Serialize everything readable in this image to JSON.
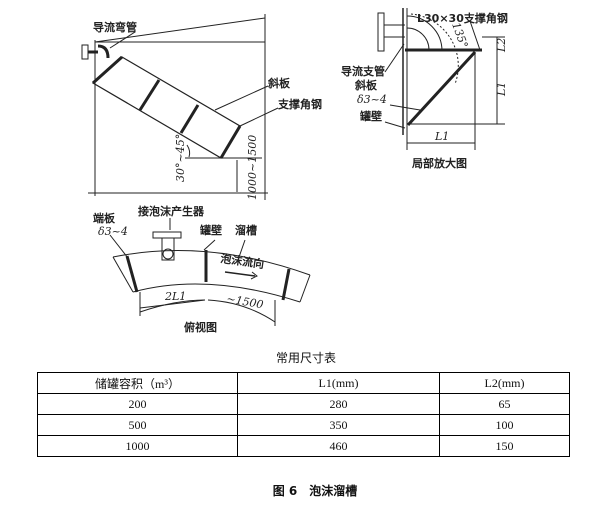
{
  "figure": {
    "side_view": {
      "guide_elbow": "导流弯管",
      "inclined_plate": "斜板",
      "support_angle_steel": "支撑角钢",
      "angle": "30°~45°",
      "height": "1000~1500"
    },
    "detail_view": {
      "angle_steel": "L30×30支撑角钢",
      "angle": "135°",
      "guide_branch_pipe": "导流支管",
      "inclined_plate": "斜板",
      "thickness": "δ3~4",
      "tank_wall": "罐壁",
      "L2": "L2",
      "L1_vertical": "L1",
      "L1_horizontal": "L1",
      "title": "局部放大图"
    },
    "top_view": {
      "end_plate": "端板",
      "thickness": "δ3~4",
      "foam_generator": "接泡沫产生器",
      "tank_wall": "罐壁",
      "chute": "溜槽",
      "foam_flow": "泡沫流向",
      "spacing": "2L1",
      "length": "~1500",
      "title": "俯视图"
    }
  },
  "table": {
    "title": "常用尺寸表",
    "headers": [
      "储罐容积（m³）",
      "L1(mm)",
      "L2(mm)"
    ],
    "rows": [
      [
        "200",
        "280",
        "65"
      ],
      [
        "500",
        "350",
        "100"
      ],
      [
        "1000",
        "460",
        "150"
      ]
    ]
  },
  "caption": "图 6　泡沫溜槽"
}
